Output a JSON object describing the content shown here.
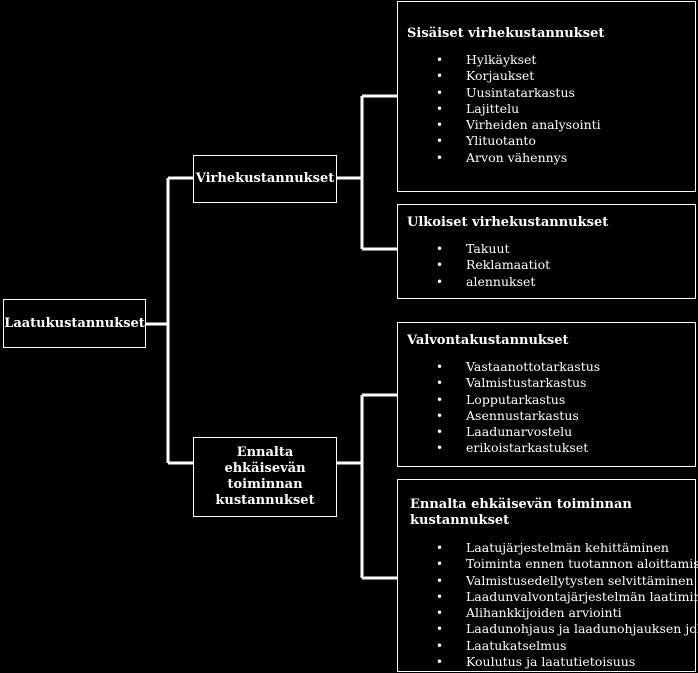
{
  "root": {
    "label": "Laatukustannukset"
  },
  "branches": [
    {
      "label": "Virhekustannukset",
      "groups": [
        {
          "title": "Sisäiset virhekustannukset",
          "items": [
            "Hylkäykset",
            "Korjaukset",
            "Uusintatarkastus",
            "Lajittelu",
            "Virheiden analysointi",
            "Ylituotanto",
            "Arvon vähennys"
          ]
        },
        {
          "title": "Ulkoiset virhekustannukset",
          "items": [
            "Takuut",
            "Reklamaatiot",
            "alennukset"
          ]
        }
      ]
    },
    {
      "label": "Ennalta ehkäisevän toiminnan kustannukset",
      "label_lines": [
        "Ennalta ehkäisevän",
        "toiminnan",
        "kustannukset"
      ],
      "groups": [
        {
          "title": "Valvontakustannukset",
          "items": [
            "Vastaanottotarkastus",
            "Valmistustarkastus",
            "Lopputarkastus",
            "Asennustarkastus",
            "Laadunarvostelu",
            "erikoistarkastukset"
          ]
        },
        {
          "title": "Ennalta ehkäisevän toiminnan kustannukset",
          "items": [
            "Laatujärjestelmän kehittäminen",
            "Toiminta ennen tuotannon aloittamista",
            "Valmistusedellytysten selvittäminen",
            "Laadunvalvontajärjestelmän laatiminen",
            "Alihankkijoiden arviointi",
            "Laadunohjaus ja laadunohjauksen johto",
            "Laatukatselmus",
            "Koulutus ja laatutietoisuus"
          ]
        }
      ]
    }
  ]
}
